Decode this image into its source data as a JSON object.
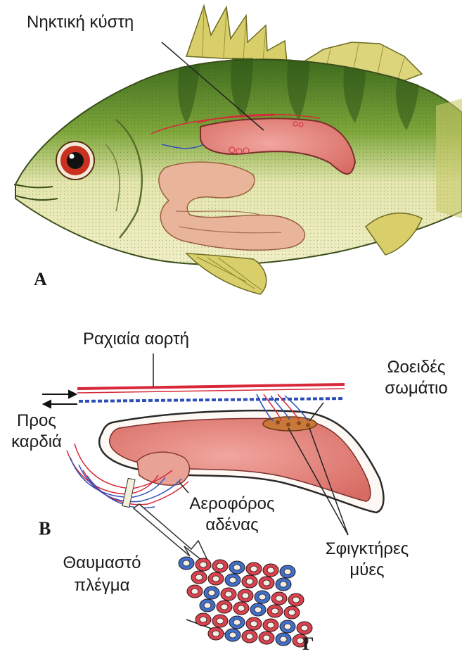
{
  "labels": {
    "swim_bladder": "Νηκτική κύστη",
    "dorsal_aorta": "Ραχιαία αορτή",
    "oval_body_l1": "Ωοειδές",
    "oval_body_l2": "σωμάτιο",
    "to_heart_l1": "Προς",
    "to_heart_l2": "καρδιά",
    "gas_gland_l1": "Αεροφόρος",
    "gas_gland_l2": "αδένας",
    "rete_l1": "Θαυμαστό",
    "rete_l2": "πλέγμα",
    "sphincter_l1": "Σφιγκτήρες",
    "sphincter_l2": "μύες"
  },
  "panels": {
    "a": "Α",
    "b": "Β",
    "c": "Γ"
  },
  "colors": {
    "body_light": "#ecebb8",
    "body_green": "#5f8f2a",
    "body_dark": "#2f5518",
    "fin_yellow": "#d9cf6a",
    "bladder": "#e88e86",
    "gut": "#e8b49a",
    "artery": "#d8283a",
    "vein": "#2f4fb8",
    "eye_red": "#c8321e"
  }
}
